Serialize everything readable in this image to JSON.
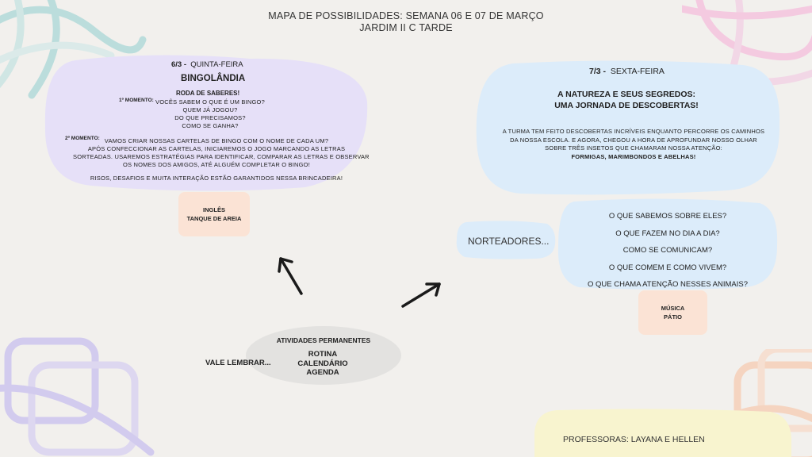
{
  "header": {
    "title": "MAPA DE POSSIBILIDADES: SEMANA 06 E 07 DE MARÇO",
    "subtitle": "JARDIM II C TARDE"
  },
  "thursday": {
    "date": "6/3 -",
    "day": "QUINTA-FEIRA",
    "title": "BINGOLÂNDIA",
    "section": "RODA DE SABERES!",
    "moment1_label": "1º MOMENTO:",
    "moment1_lines": [
      "VOCÊS SABEM O QUE É UM BINGO?",
      "QUEM JÁ JOGOU?",
      "DO QUE PRECISAMOS?",
      "COMO SE GANHA?"
    ],
    "moment2_label": "2º MOMENTO:",
    "moment2_lines": [
      "VAMOS CRIAR NOSSAS CARTELAS DE BINGO COM O NOME DE CADA UM?",
      "APÓS CONFECCIONAR AS CARTELAS, INICIAREMOS O JOGO MARCANDO AS LETRAS",
      "SORTEADAS. USAREMOS ESTRATÉGIAS PARA IDENTIFICAR, COMPARAR AS LETRAS E OBSERVAR",
      "OS NOMES DOS AMIGOS, ATÉ ALGUÉM COMPLETAR O BINGO!"
    ],
    "closing": "RISOS, DESAFIOS E MUITA INTERAÇÃO ESTÃO GARANTIDOS NESSA BRINCADEIRA!",
    "extra_line1": "INGLÊS",
    "extra_line2": "TANQUE DE AREIA"
  },
  "friday": {
    "date": "7/3 -",
    "day": "SEXTA-FEIRA",
    "title_line1": "A NATUREZA E SEUS SEGREDOS:",
    "title_line2": "UMA JORNADA DE DESCOBERTAS!",
    "body_lines": [
      "A TURMA TEM FEITO DESCOBERTAS INCRÍVEIS ENQUANTO PERCORRE OS CAMINHOS",
      "DA NOSSA ESCOLA. E AGORA, CHEGOU A HORA DE APROFUNDAR NOSSO OLHAR",
      "SOBRE TRÊS INSETOS QUE CHAMARAM NOSSA ATENÇÃO:"
    ],
    "body_bold": "FORMIGAS, MARIMBONDOS E ABELHAS!",
    "guides_label": "NORTEADORES...",
    "questions": [
      "O QUE SABEMOS SOBRE ELES?",
      "O QUE FAZEM NO DIA A DIA?",
      "COMO SE COMUNICAM?",
      "O QUE COMEM E COMO VIVEM?",
      "O QUE CHAMA ATENÇÃO NESSES ANIMAIS?"
    ],
    "extra_line1": "MÚSICA",
    "extra_line2": "PÁTIO"
  },
  "permanent": {
    "remember": "VALE LEMBRAR...",
    "title": "ATIVIDADES PERMANENTES",
    "items": [
      "ROTINA",
      "CALENDÁRIO",
      "AGENDA"
    ]
  },
  "footer": {
    "teachers": "PROFESSORAS: LAYANA E HELLEN"
  },
  "colors": {
    "thursday_bg": "#e6e0f8",
    "friday_bg": "#dcecfa",
    "box_bg": "#fbe3d5",
    "permanent_bg": "#e3e2e0",
    "footer_bg": "#f8f4cf"
  }
}
